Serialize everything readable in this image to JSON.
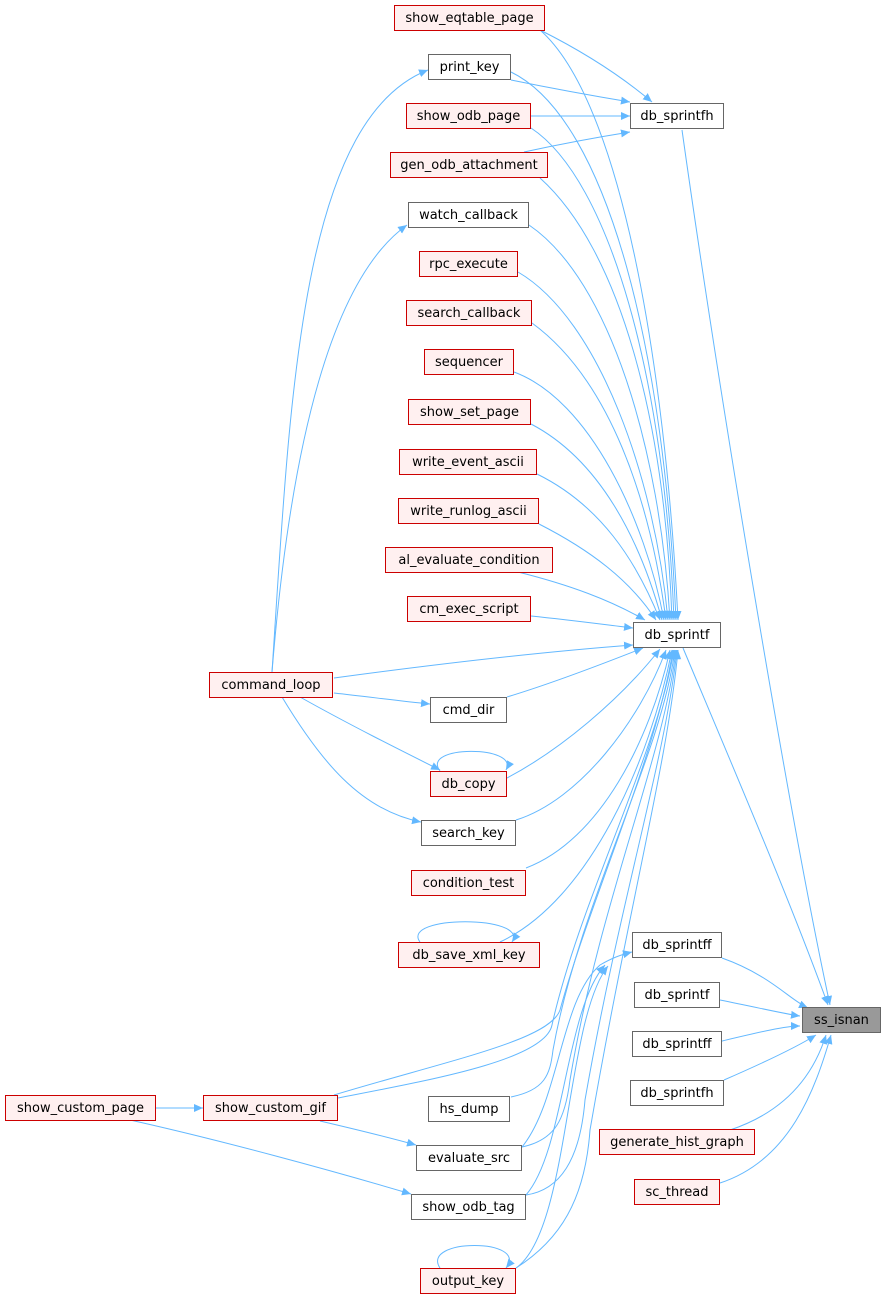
{
  "graph": {
    "edge_color": "#63b8ff",
    "nodes": [
      {
        "id": "ss_isnan",
        "label": "ss_isnan",
        "style": "focus"
      },
      {
        "id": "db_sprintfh_top",
        "label": "db_sprintfh",
        "style": "plain"
      },
      {
        "id": "db_sprintf_mid",
        "label": "db_sprintf",
        "style": "plain"
      },
      {
        "id": "db_sprintff_1",
        "label": "db_sprintff",
        "style": "plain"
      },
      {
        "id": "db_sprintf_2",
        "label": "db_sprintf",
        "style": "plain"
      },
      {
        "id": "db_sprintff_3",
        "label": "db_sprintff",
        "style": "plain"
      },
      {
        "id": "db_sprintfh_4",
        "label": "db_sprintfh",
        "style": "plain"
      },
      {
        "id": "generate_hist_graph",
        "label": "generate_hist_graph",
        "style": "red"
      },
      {
        "id": "sc_thread",
        "label": "sc_thread",
        "style": "red"
      },
      {
        "id": "show_eqtable_page",
        "label": "show_eqtable_page",
        "style": "red"
      },
      {
        "id": "print_key",
        "label": "print_key",
        "style": "plain"
      },
      {
        "id": "show_odb_page",
        "label": "show_odb_page",
        "style": "red"
      },
      {
        "id": "gen_odb_attachment",
        "label": "gen_odb_attachment",
        "style": "red"
      },
      {
        "id": "watch_callback",
        "label": "watch_callback",
        "style": "plain"
      },
      {
        "id": "rpc_execute",
        "label": "rpc_execute",
        "style": "red"
      },
      {
        "id": "search_callback",
        "label": "search_callback",
        "style": "red"
      },
      {
        "id": "sequencer",
        "label": "sequencer",
        "style": "red"
      },
      {
        "id": "show_set_page",
        "label": "show_set_page",
        "style": "red"
      },
      {
        "id": "write_event_ascii",
        "label": "write_event_ascii",
        "style": "red"
      },
      {
        "id": "write_runlog_ascii",
        "label": "write_runlog_ascii",
        "style": "red"
      },
      {
        "id": "al_evaluate_condition",
        "label": "al_evaluate_condition",
        "style": "red"
      },
      {
        "id": "cm_exec_script",
        "label": "cm_exec_script",
        "style": "red"
      },
      {
        "id": "command_loop",
        "label": "command_loop",
        "style": "red"
      },
      {
        "id": "cmd_dir",
        "label": "cmd_dir",
        "style": "plain"
      },
      {
        "id": "db_copy",
        "label": "db_copy",
        "style": "red"
      },
      {
        "id": "search_key",
        "label": "search_key",
        "style": "plain"
      },
      {
        "id": "condition_test",
        "label": "condition_test",
        "style": "red"
      },
      {
        "id": "db_save_xml_key",
        "label": "db_save_xml_key",
        "style": "red"
      },
      {
        "id": "show_custom_page",
        "label": "show_custom_page",
        "style": "red"
      },
      {
        "id": "show_custom_gif",
        "label": "show_custom_gif",
        "style": "red"
      },
      {
        "id": "hs_dump",
        "label": "hs_dump",
        "style": "plain"
      },
      {
        "id": "evaluate_src",
        "label": "evaluate_src",
        "style": "plain"
      },
      {
        "id": "show_odb_tag",
        "label": "show_odb_tag",
        "style": "plain"
      },
      {
        "id": "output_key",
        "label": "output_key",
        "style": "red"
      }
    ]
  }
}
